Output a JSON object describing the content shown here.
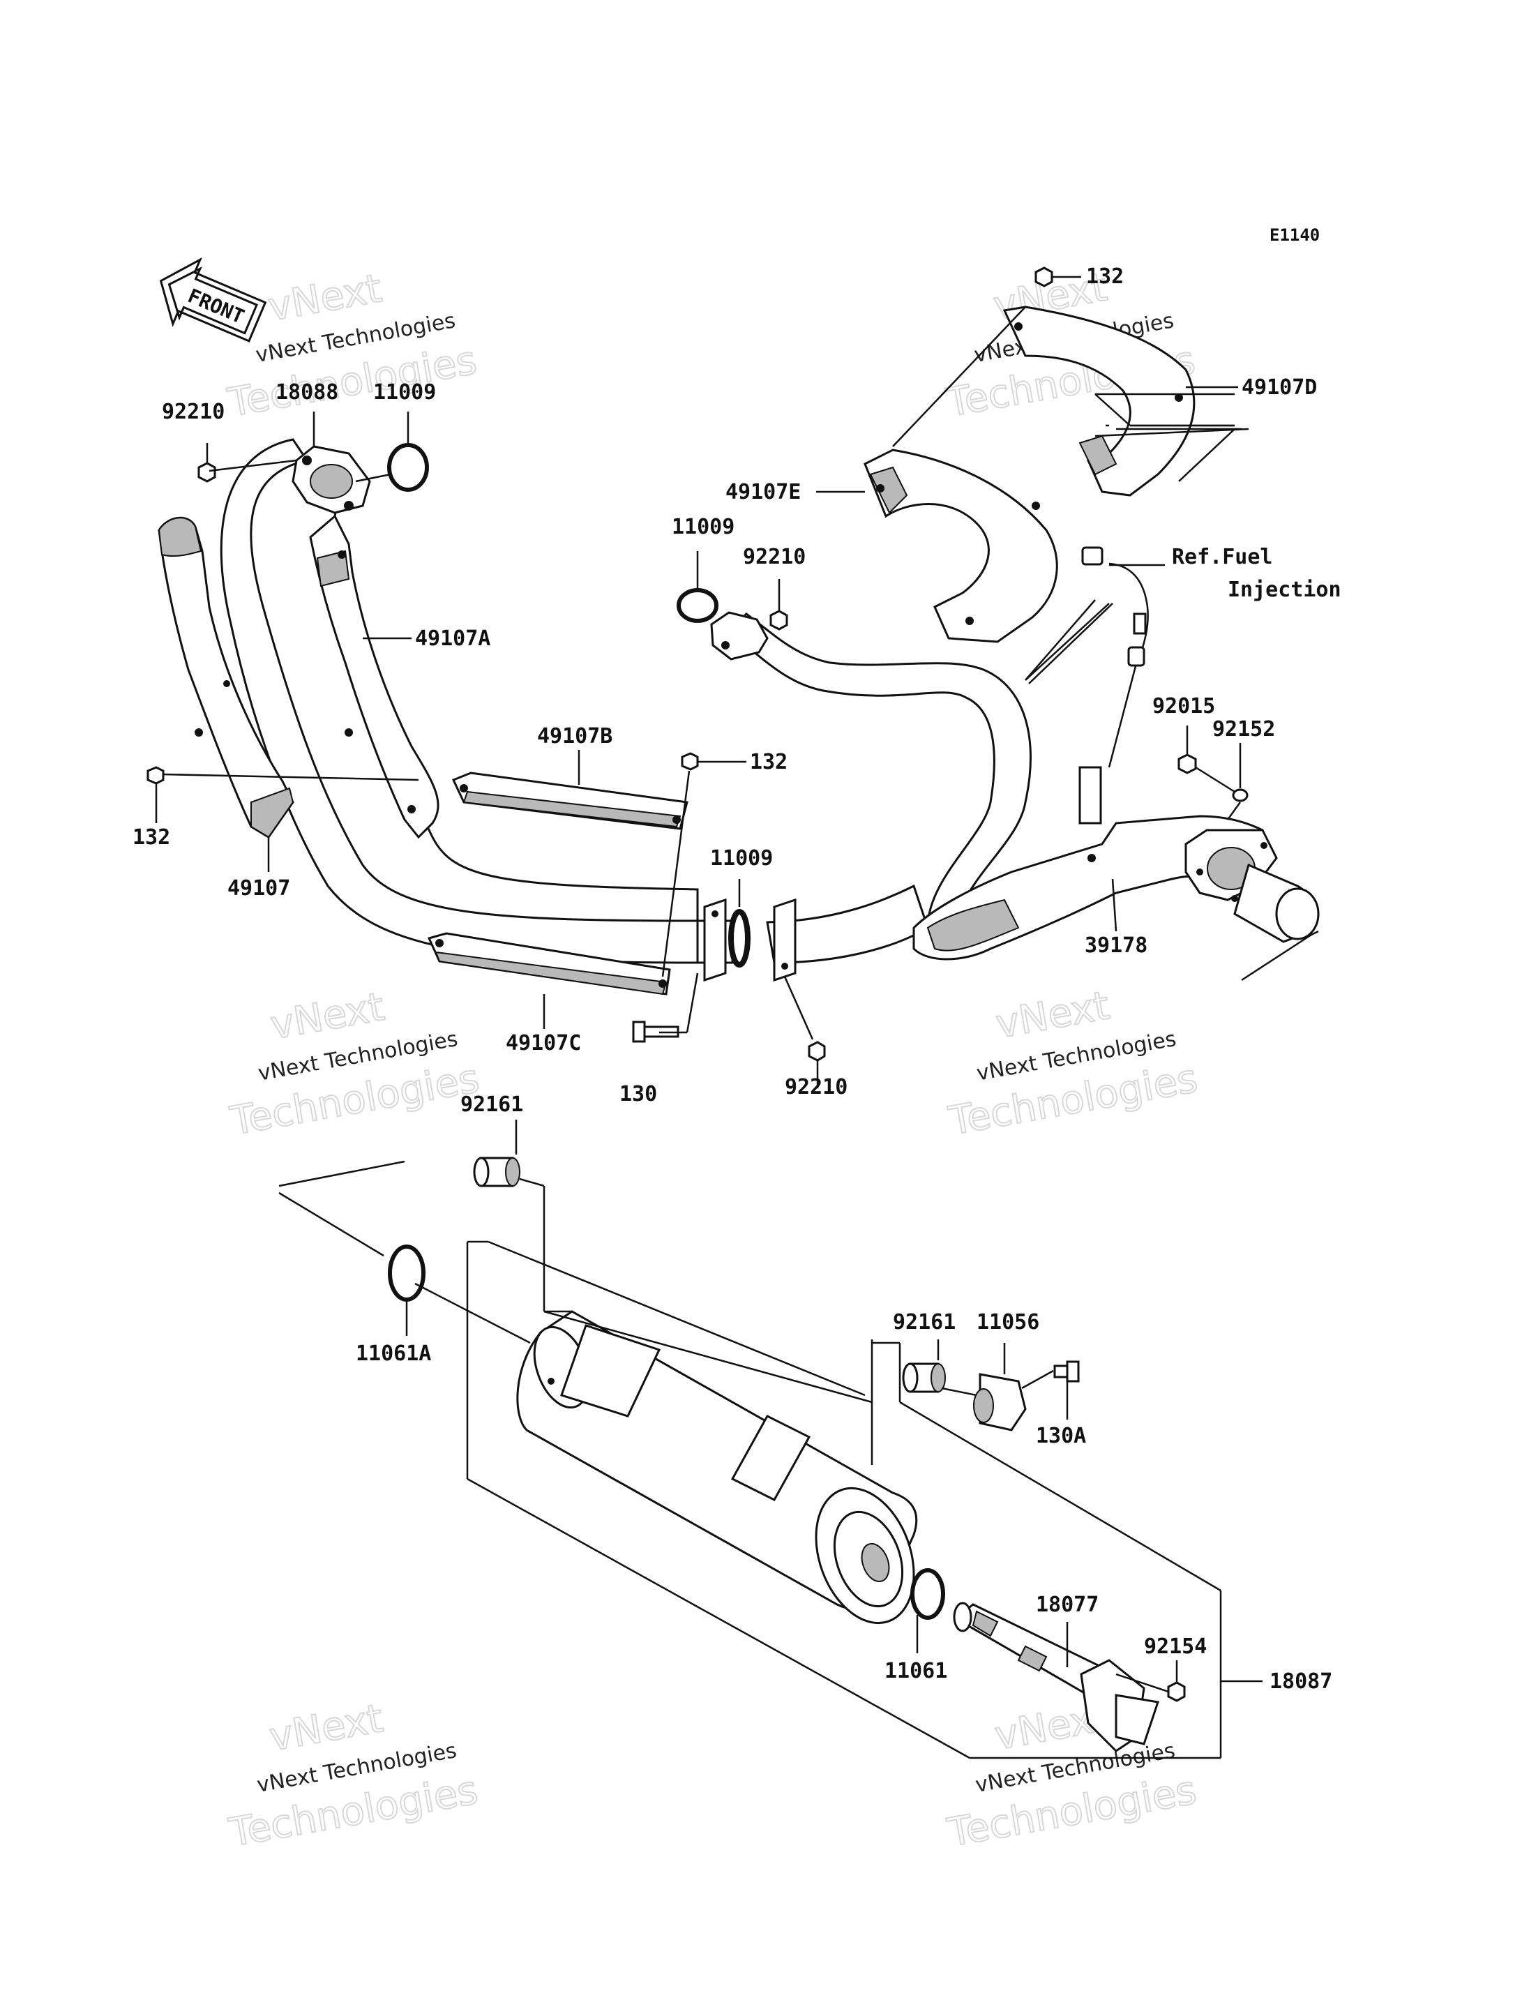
{
  "diagram_code": "E1140",
  "front_arrow_label": "FRONT",
  "reference_note": [
    "Ref.Fuel",
    "Injection"
  ],
  "watermark": {
    "line1": "vNext",
    "line2": "vNext Technologies",
    "line3": "Technologies"
  },
  "part_labels": {
    "p132_top": "132",
    "p49107D": "49107D",
    "p92210_a": "92210",
    "p18088": "18088",
    "p11009_a": "11009",
    "p49107E": "49107E",
    "p11009_b": "11009",
    "p92210_b": "92210",
    "p49107A": "49107A",
    "p49107B": "49107B",
    "p132_mid": "132",
    "p92015": "92015",
    "p92152": "92152",
    "p132_left": "132",
    "p11009_c": "11009",
    "p49107": "49107",
    "p39178": "39178",
    "p49107C": "49107C",
    "p130": "130",
    "p92210_c": "92210",
    "p92161_a": "92161",
    "p92161_b": "92161",
    "p11056": "11056",
    "p130A": "130A",
    "p11061A": "11061A",
    "p18077": "18077",
    "p92154": "92154",
    "p11061": "11061",
    "p18087": "18087"
  }
}
